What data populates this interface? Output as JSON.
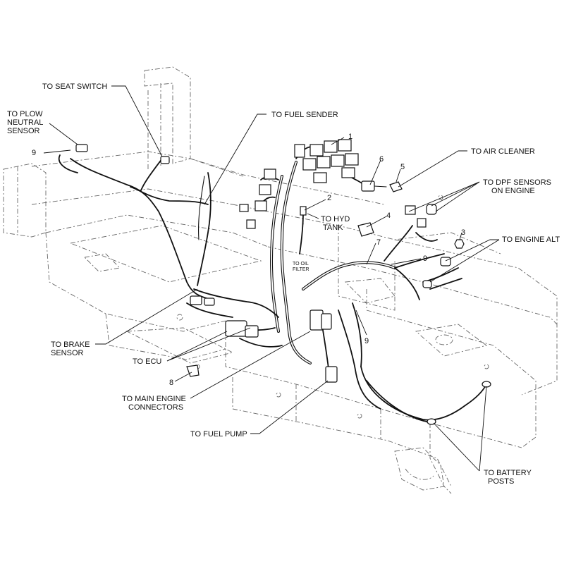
{
  "callouts": {
    "seat_switch": "TO SEAT SWITCH",
    "plow_neutral_line1": "TO PLOW",
    "plow_neutral_line2": "NEUTRAL",
    "plow_neutral_line3": "SENSOR",
    "fuel_sender": "TO FUEL SENDER",
    "air_cleaner": "TO AIR CLEANER",
    "dpf_line1": "TO DPF SENSORS",
    "dpf_line2": "ON ENGINE",
    "hyd_tank_line1": "TO HYD",
    "hyd_tank_line2": "TANK",
    "engine_alt": "TO ENGINE ALT",
    "oil_filter_line1": "TO OIL",
    "oil_filter_line2": "FILTER",
    "brake_line1": "TO BRAKE",
    "brake_line2": "SENSOR",
    "ecu": "TO ECU",
    "main_engine_line1": "TO MAIN ENGINE",
    "main_engine_line2": "CONNECTORS",
    "fuel_pump": "TO FUEL PUMP",
    "battery_line1": "TO BATTERY",
    "battery_line2": "POSTS"
  },
  "item_numbers": {
    "n1": "1",
    "n2": "2",
    "n3": "3",
    "n4": "4",
    "n5": "5",
    "n6": "6",
    "n7": "7",
    "n8": "8",
    "n9_left": "9",
    "n9_right": "9",
    "n9_lower": "9"
  }
}
